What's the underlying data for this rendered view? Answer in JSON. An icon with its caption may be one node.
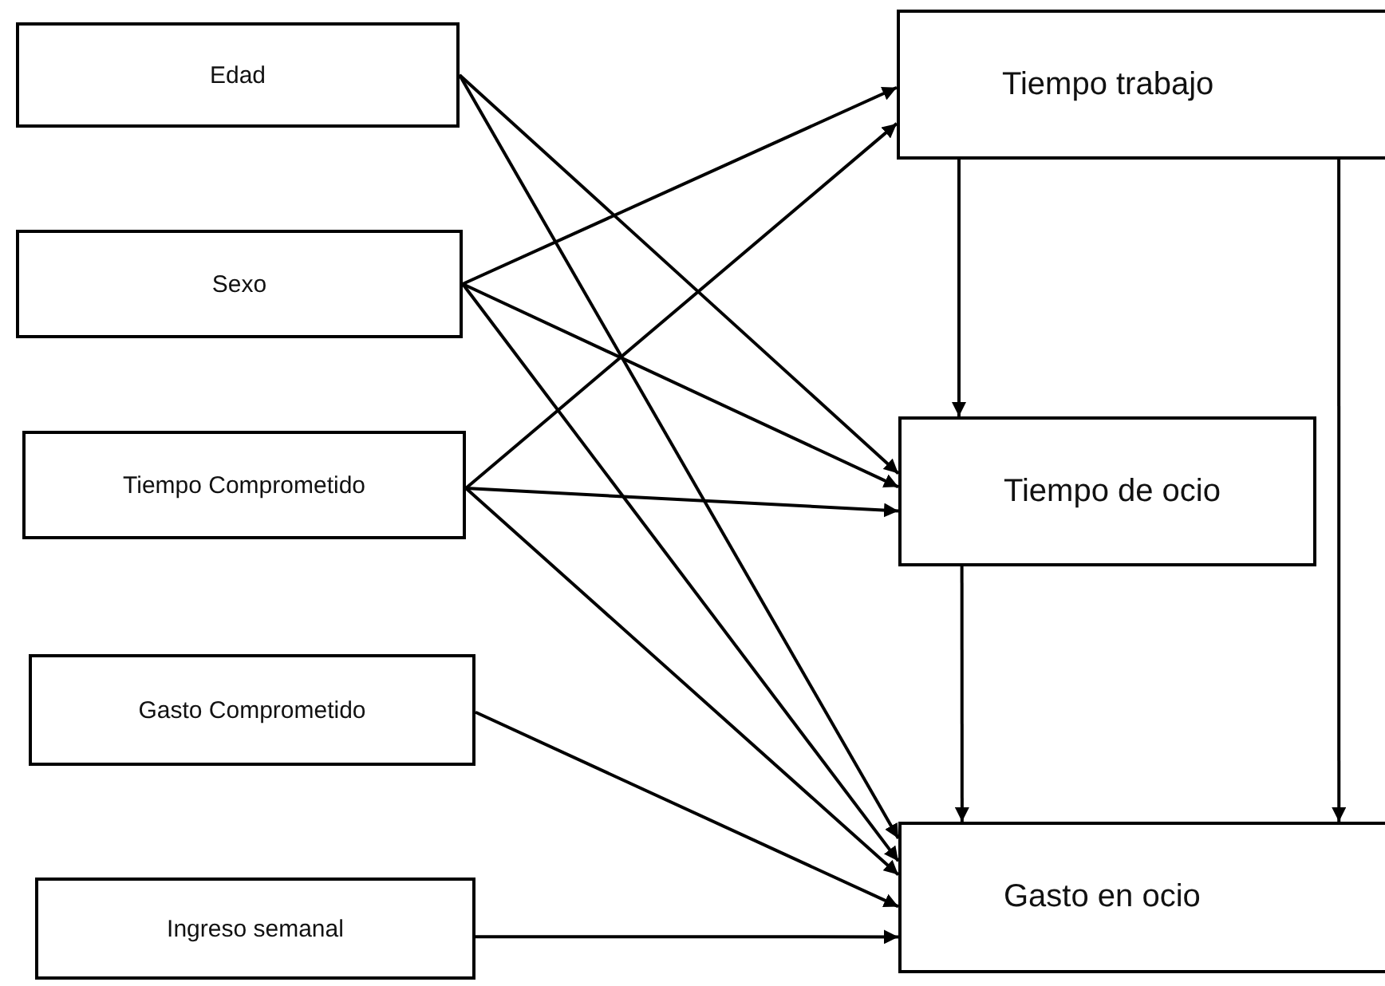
{
  "diagram": {
    "nodes": [
      {
        "text": [
          "Edad"
        ]
      },
      {
        "text": [
          "Sexo"
        ]
      },
      {
        "text": [
          "Tiempo Comprometido"
        ]
      },
      {
        "text": [
          "Gasto Comprometido"
        ]
      },
      {
        "text": [
          "Ingreso semanal"
        ]
      },
      {
        "text": [
          "Tiempo trabajo"
        ]
      },
      {
        "text": [
          "Tiempo de ocio"
        ]
      },
      {
        "text": [
          "Gasto en ocio"
        ]
      }
    ],
    "edges": [
      {
        "from": 0,
        "to": 6,
        "arrow": "to"
      },
      {
        "from": 0,
        "to": 7,
        "arrow": "to"
      },
      {
        "from": 1,
        "to": 5,
        "arrow": "to"
      },
      {
        "from": 1,
        "to": 6,
        "arrow": "to"
      },
      {
        "from": 1,
        "to": 7,
        "arrow": "to"
      },
      {
        "from": 2,
        "to": 5,
        "arrow": "to"
      },
      {
        "from": 2,
        "to": 6,
        "arrow": "to"
      },
      {
        "from": 2,
        "to": 7,
        "arrow": "to"
      },
      {
        "from": 3,
        "to": 7,
        "arrow": "to"
      },
      {
        "from": 4,
        "to": 7,
        "arrow": "to"
      },
      {
        "from": 5,
        "to": 6,
        "arrow": "to"
      },
      {
        "from": 6,
        "to": 7,
        "arrow": "to"
      },
      {
        "from": 5,
        "to": 7,
        "arrow": "to"
      }
    ]
  }
}
